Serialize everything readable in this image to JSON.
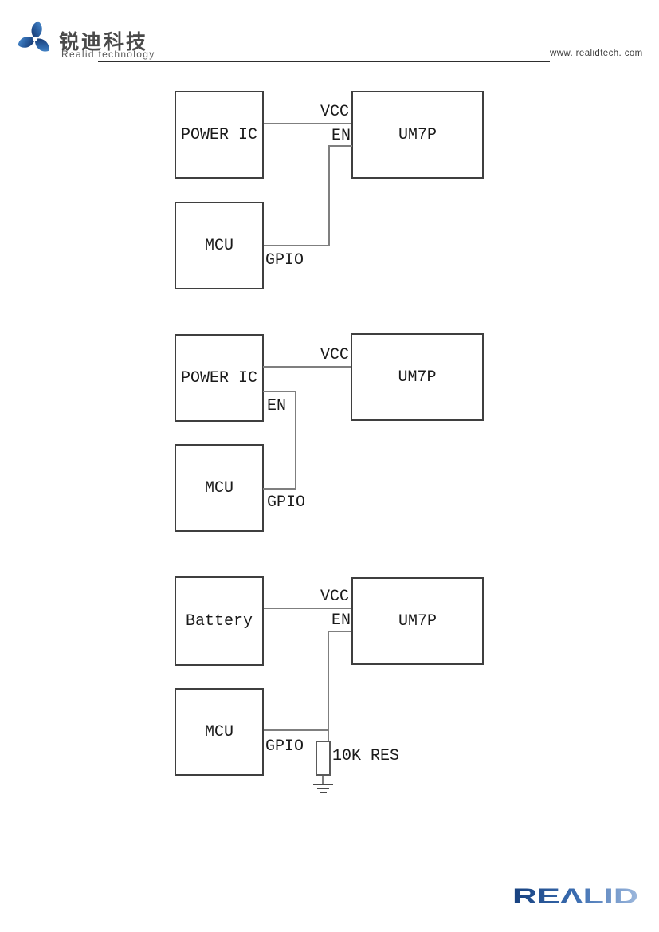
{
  "page": {
    "header": {
      "company_cn": "锐迪科技",
      "company_en": "Realid technology",
      "website": "www. realidtech. com"
    },
    "diagrams": [
      {
        "source": "POWER IC",
        "target": "UM7P",
        "controller": "MCU",
        "vcc_label": "VCC",
        "en_label": "EN",
        "gpio_label": "GPIO"
      },
      {
        "source": "POWER IC",
        "target": "UM7P",
        "controller": "MCU",
        "vcc_label": "VCC",
        "en_label": "EN",
        "gpio_label": "GPIO"
      },
      {
        "source": "Battery",
        "target": "UM7P",
        "controller": "MCU",
        "vcc_label": "VCC",
        "en_label": "EN",
        "gpio_label": "GPIO",
        "resistor_label": "10K RES"
      }
    ],
    "footer": {
      "brand": "REΛLID"
    },
    "colors": {
      "wire_gray": "#7f7f7f",
      "box_border": "#3f3f3f",
      "brand_blue_dark": "#17417f",
      "brand_blue_light": "#9db8dd",
      "pinwheel_blue_dark": "#123066",
      "pinwheel_blue_light": "#4d8fd1"
    }
  }
}
